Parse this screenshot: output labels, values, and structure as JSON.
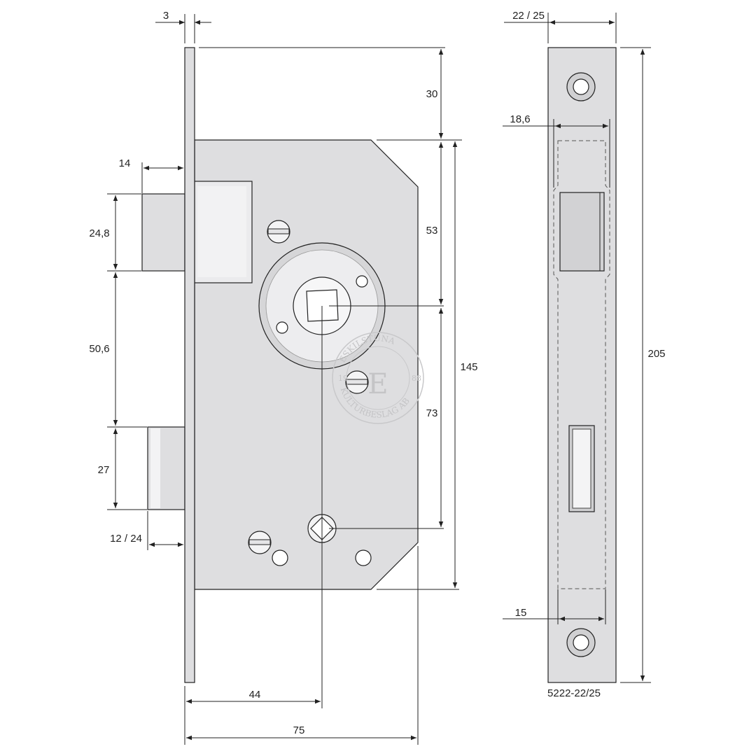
{
  "colors": {
    "body": "#dedee0",
    "light": "#ebebed",
    "stroke": "#222222",
    "watermark": "#c4c4c6"
  },
  "dimensions": {
    "faceplate_thickness": "3",
    "top_to_case": "30",
    "latch_projection": "14",
    "latch_height": "24,8",
    "latch_to_deadbolt": "50,6",
    "deadbolt_height": "27",
    "deadbolt_projection": "12 / 24",
    "case_to_spindle": "53",
    "spindle_to_cylinder": "73",
    "case_height": "145",
    "backset": "44",
    "case_depth": "75",
    "faceplate_width": "22 / 25",
    "case_width": "18,6",
    "faceplate_length": "205",
    "case_width_bottom": "15"
  },
  "model_number": "5222-22/25",
  "watermark": {
    "top": "ESKILSTUNA",
    "bottom": "KULTURBESLAG AB",
    "letter": "E",
    "year_left": "19",
    "year_right": "88"
  }
}
